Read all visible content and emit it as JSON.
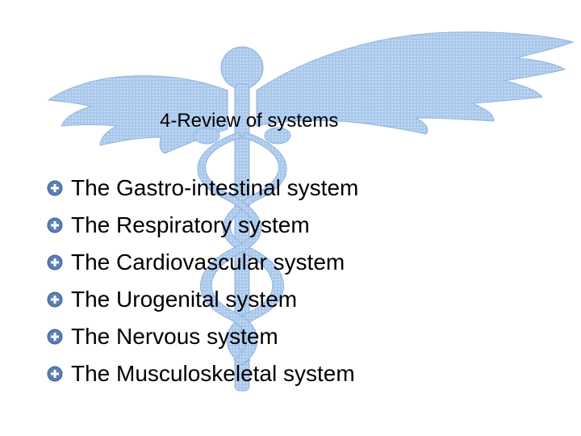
{
  "slide": {
    "title": "4-Review of systems",
    "bullet_icon": "plus-circle-icon",
    "bullet_color": "#5b7fb4",
    "watermark_icon": "caduceus-icon",
    "watermark_color": "#a9c8ec",
    "items": [
      {
        "label": "The Gastro-intestinal system"
      },
      {
        "label": "The Respiratory system"
      },
      {
        "label": "The Cardiovascular system"
      },
      {
        "label": "The Urogenital system"
      },
      {
        "label": "The Nervous system"
      },
      {
        "label": "The Musculoskeletal system"
      }
    ]
  }
}
